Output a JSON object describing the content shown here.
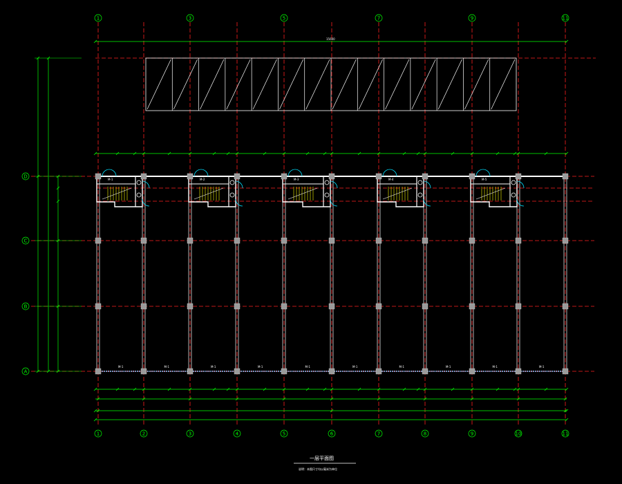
{
  "colors": {
    "background": "#000000",
    "grid_line": "#ff2020",
    "grid_bubble": "#00ff00",
    "wall": "#ffffff",
    "dimension": "#00ff00",
    "stair": "#ffff00",
    "door": "#00e0ff",
    "column": "#9a9a9a"
  },
  "grid": {
    "columns": [
      "1",
      "2",
      "3",
      "4",
      "5",
      "6",
      "7",
      "8",
      "9",
      "10",
      "11"
    ],
    "top_columns": [
      "1",
      "3",
      "5",
      "7",
      "9",
      "11"
    ],
    "rows": [
      "D",
      "C",
      "B",
      "A"
    ]
  },
  "drawing": {
    "title": "一层平面图",
    "subtitle": "说明：本图尺寸均以毫米为单位",
    "overall_dimension_label": "15600"
  },
  "rooms": {
    "unit_labels": [
      "M-1",
      "M-2",
      "M-3",
      "M-4",
      "M-5"
    ],
    "door_labels": [
      "M-1",
      "M-1",
      "M-1",
      "M-1",
      "M-1",
      "M-1",
      "M-1",
      "M-1",
      "M-1",
      "M-1"
    ]
  },
  "icons": [
    "grid-bubble-icon",
    "column-icon",
    "stair-icon",
    "door-swing-icon",
    "toilet-icon"
  ]
}
